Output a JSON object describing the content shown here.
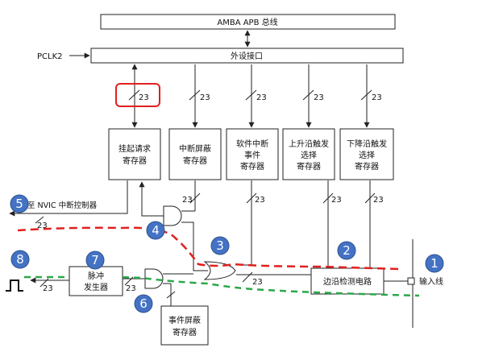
{
  "bus": {
    "amba": "AMBA APB 总线",
    "peripheral_interface": "外设接口",
    "pclk2": "PCLK2"
  },
  "registers": {
    "pending": [
      "挂起请求",
      "寄存器"
    ],
    "interrupt_mask": [
      "中断屏蔽",
      "寄存器"
    ],
    "software_interrupt_event": [
      "软件中断",
      "事件",
      "寄存器"
    ],
    "rising_trigger": [
      "上升沿触发",
      "选择",
      "寄存器"
    ],
    "falling_trigger": [
      "下降沿触发",
      "选择",
      "寄存器"
    ],
    "event_mask": [
      "事件屏蔽",
      "寄存器"
    ]
  },
  "blocks": {
    "edge_detect": "边沿检测电路",
    "pulse_gen": [
      "脉冲",
      "发生器"
    ]
  },
  "labels": {
    "input_line": "输入线",
    "to_nvic": "至 NVIC 中断控制器",
    "bus_width": "23"
  },
  "badges": [
    "1",
    "2",
    "3",
    "4",
    "5",
    "6",
    "7",
    "8"
  ],
  "colors": {
    "interrupt_path": "#e02020",
    "event_path": "#2aa84a",
    "badge": "#4472c4",
    "highlight": "#e02020"
  }
}
